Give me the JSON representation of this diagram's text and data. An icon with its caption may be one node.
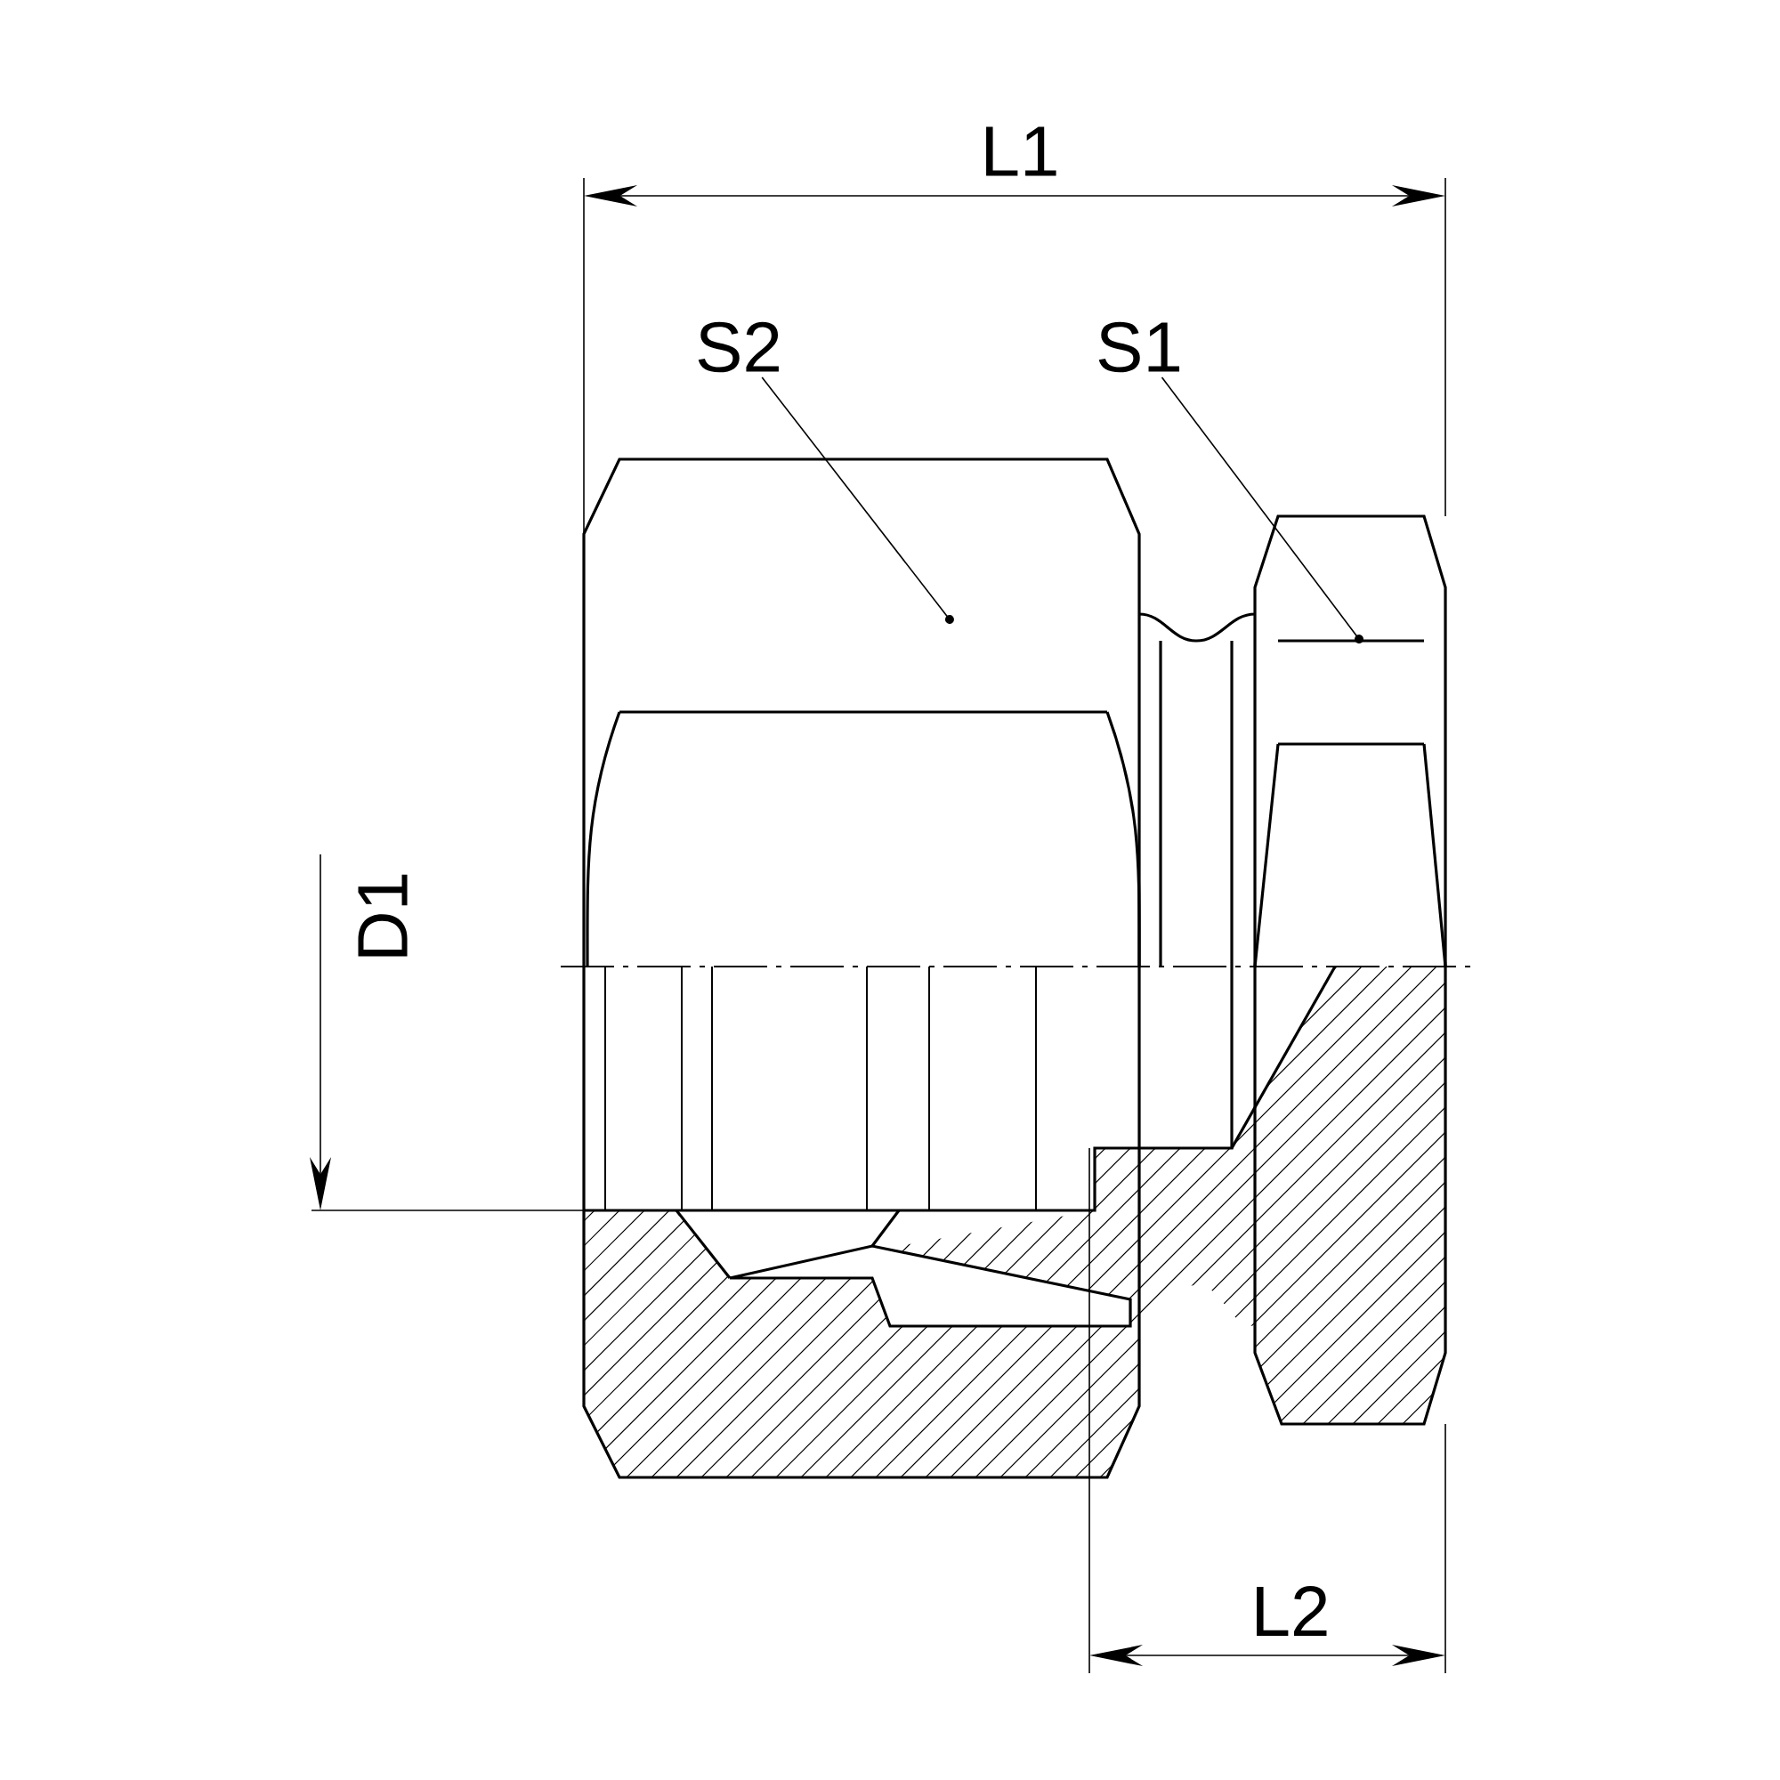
{
  "diagram": {
    "nodes": [
      {
        "text": [
          "S2"
        ]
      },
      {
        "text": [
          "S1"
        ]
      }
    ],
    "edges": [
      {
        "from": 0,
        "to": null,
        "arrow": "to"
      },
      {
        "from": 1,
        "to": null,
        "arrow": "to"
      }
    ],
    "labels": [
      "L1",
      "D1",
      "L2"
    ]
  }
}
